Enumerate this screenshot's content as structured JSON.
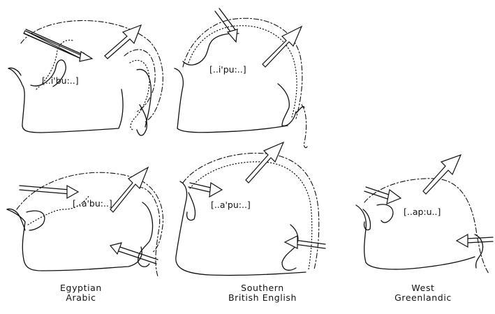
{
  "panels": [
    {
      "id": "egyptian-ipu",
      "label": "[..i'bu:..]"
    },
    {
      "id": "british-ipu",
      "label": "[..i'pu:..]"
    },
    {
      "id": "egyptian-apu",
      "label": "[..a'bu:..]"
    },
    {
      "id": "british-apu",
      "label": "[..a'pu:..]"
    },
    {
      "id": "greenlandic-apu",
      "label": "[..ap:u..]"
    }
  ],
  "captions": [
    {
      "line1": "Egyptian",
      "line2": "Arabic"
    },
    {
      "line1": "Southern",
      "line2": "British English"
    },
    {
      "line1": "West",
      "line2": "Greenlandic"
    }
  ]
}
